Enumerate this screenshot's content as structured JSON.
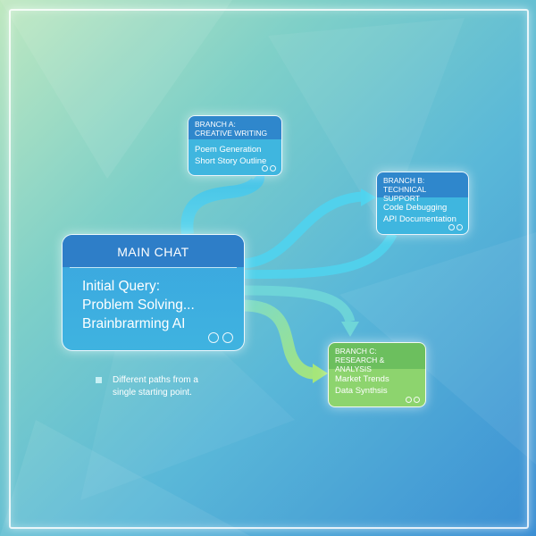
{
  "main": {
    "title": "MAIN CHAT",
    "lines": [
      "Initial Query:",
      "Problem Solving...",
      "Brainbrarming AI"
    ]
  },
  "branches": [
    {
      "title": "BRANCH A:",
      "subtitle": "CREATIVE WRITING",
      "items": [
        "Poem Generation",
        "Short Story Outline"
      ]
    },
    {
      "title": "BRANCH B:",
      "subtitle": "TECHNICAL SUPPORT",
      "items": [
        "Code Debugging",
        "API Documentation"
      ]
    },
    {
      "title": "BRANCH C:",
      "subtitle": "RESEARCH & ANALYSIS",
      "items": [
        "Market Trends",
        "Data Synthsis"
      ]
    }
  ],
  "caption": {
    "line1": "Different paths from a",
    "line2": "single starting point."
  },
  "colors": {
    "blue_flow": "#4fd3ee",
    "green_flow": "#9be07a",
    "header_blue": "#2e7ec8",
    "header_green": "#6cbf5e"
  }
}
